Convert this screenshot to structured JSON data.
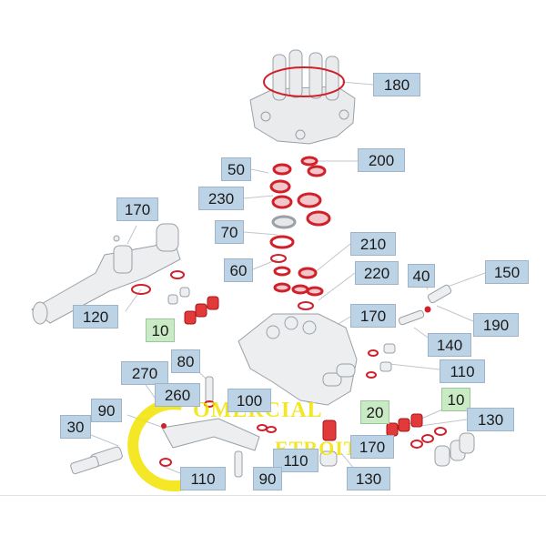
{
  "callouts": [
    {
      "id": "c180",
      "label": "180",
      "tone": "blue"
    },
    {
      "id": "c200",
      "label": "200",
      "tone": "blue"
    },
    {
      "id": "c50",
      "label": "50",
      "tone": "blue"
    },
    {
      "id": "c230",
      "label": "230",
      "tone": "blue"
    },
    {
      "id": "c170a",
      "label": "170",
      "tone": "blue"
    },
    {
      "id": "c70",
      "label": "70",
      "tone": "blue"
    },
    {
      "id": "c210",
      "label": "210",
      "tone": "blue"
    },
    {
      "id": "c60",
      "label": "60",
      "tone": "blue"
    },
    {
      "id": "c220",
      "label": "220",
      "tone": "blue"
    },
    {
      "id": "c40",
      "label": "40",
      "tone": "blue"
    },
    {
      "id": "c150",
      "label": "150",
      "tone": "blue"
    },
    {
      "id": "c120",
      "label": "120",
      "tone": "blue"
    },
    {
      "id": "c10a",
      "label": "10",
      "tone": "green"
    },
    {
      "id": "c170b",
      "label": "170",
      "tone": "blue"
    },
    {
      "id": "c190",
      "label": "190",
      "tone": "blue"
    },
    {
      "id": "c140",
      "label": "140",
      "tone": "blue"
    },
    {
      "id": "c80",
      "label": "80",
      "tone": "blue"
    },
    {
      "id": "c110a",
      "label": "110",
      "tone": "blue"
    },
    {
      "id": "c270",
      "label": "270",
      "tone": "blue"
    },
    {
      "id": "c260",
      "label": "260",
      "tone": "blue"
    },
    {
      "id": "c100",
      "label": "100",
      "tone": "blue"
    },
    {
      "id": "c90a",
      "label": "90",
      "tone": "blue"
    },
    {
      "id": "c20",
      "label": "20",
      "tone": "green"
    },
    {
      "id": "c10b",
      "label": "10",
      "tone": "green"
    },
    {
      "id": "c130a",
      "label": "130",
      "tone": "blue"
    },
    {
      "id": "c30",
      "label": "30",
      "tone": "blue"
    },
    {
      "id": "c170c",
      "label": "170",
      "tone": "blue"
    },
    {
      "id": "c110b",
      "label": "110",
      "tone": "blue"
    },
    {
      "id": "c90b",
      "label": "90",
      "tone": "blue"
    },
    {
      "id": "c110c",
      "label": "110",
      "tone": "blue"
    },
    {
      "id": "c130b",
      "label": "130",
      "tone": "blue"
    }
  ],
  "watermark": {
    "line1": "OMERCIAL",
    "line2": "ETROIT"
  },
  "colors": {
    "callout_blue": "#bcd3e6",
    "callout_green": "#c9eac5",
    "seal_red": "#d0202a",
    "part_grey": "#e6e8ea",
    "outline": "#9aa0a6",
    "watermark": "#f2e300"
  }
}
